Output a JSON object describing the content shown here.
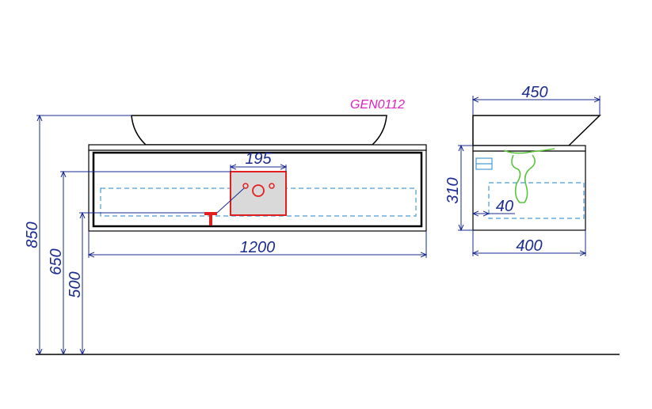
{
  "model_code": "GEN0112",
  "colors": {
    "dimension": "#1a2b8f",
    "model_code": "#e020c0",
    "hidden_lines": "#4a9bd6",
    "outlet_box": "#e21f1f",
    "outlet_fill": "#d9d9d9",
    "siphon": "#5cc43c"
  },
  "front_view": {
    "width_label": "1200",
    "outlet_width_label": "195",
    "height_total_label": "850",
    "height_outlet_label": "650",
    "height_supply_label": "500"
  },
  "side_view": {
    "top_depth_label": "450",
    "bottom_depth_label": "400",
    "height_label": "310",
    "offset_label": "40"
  }
}
